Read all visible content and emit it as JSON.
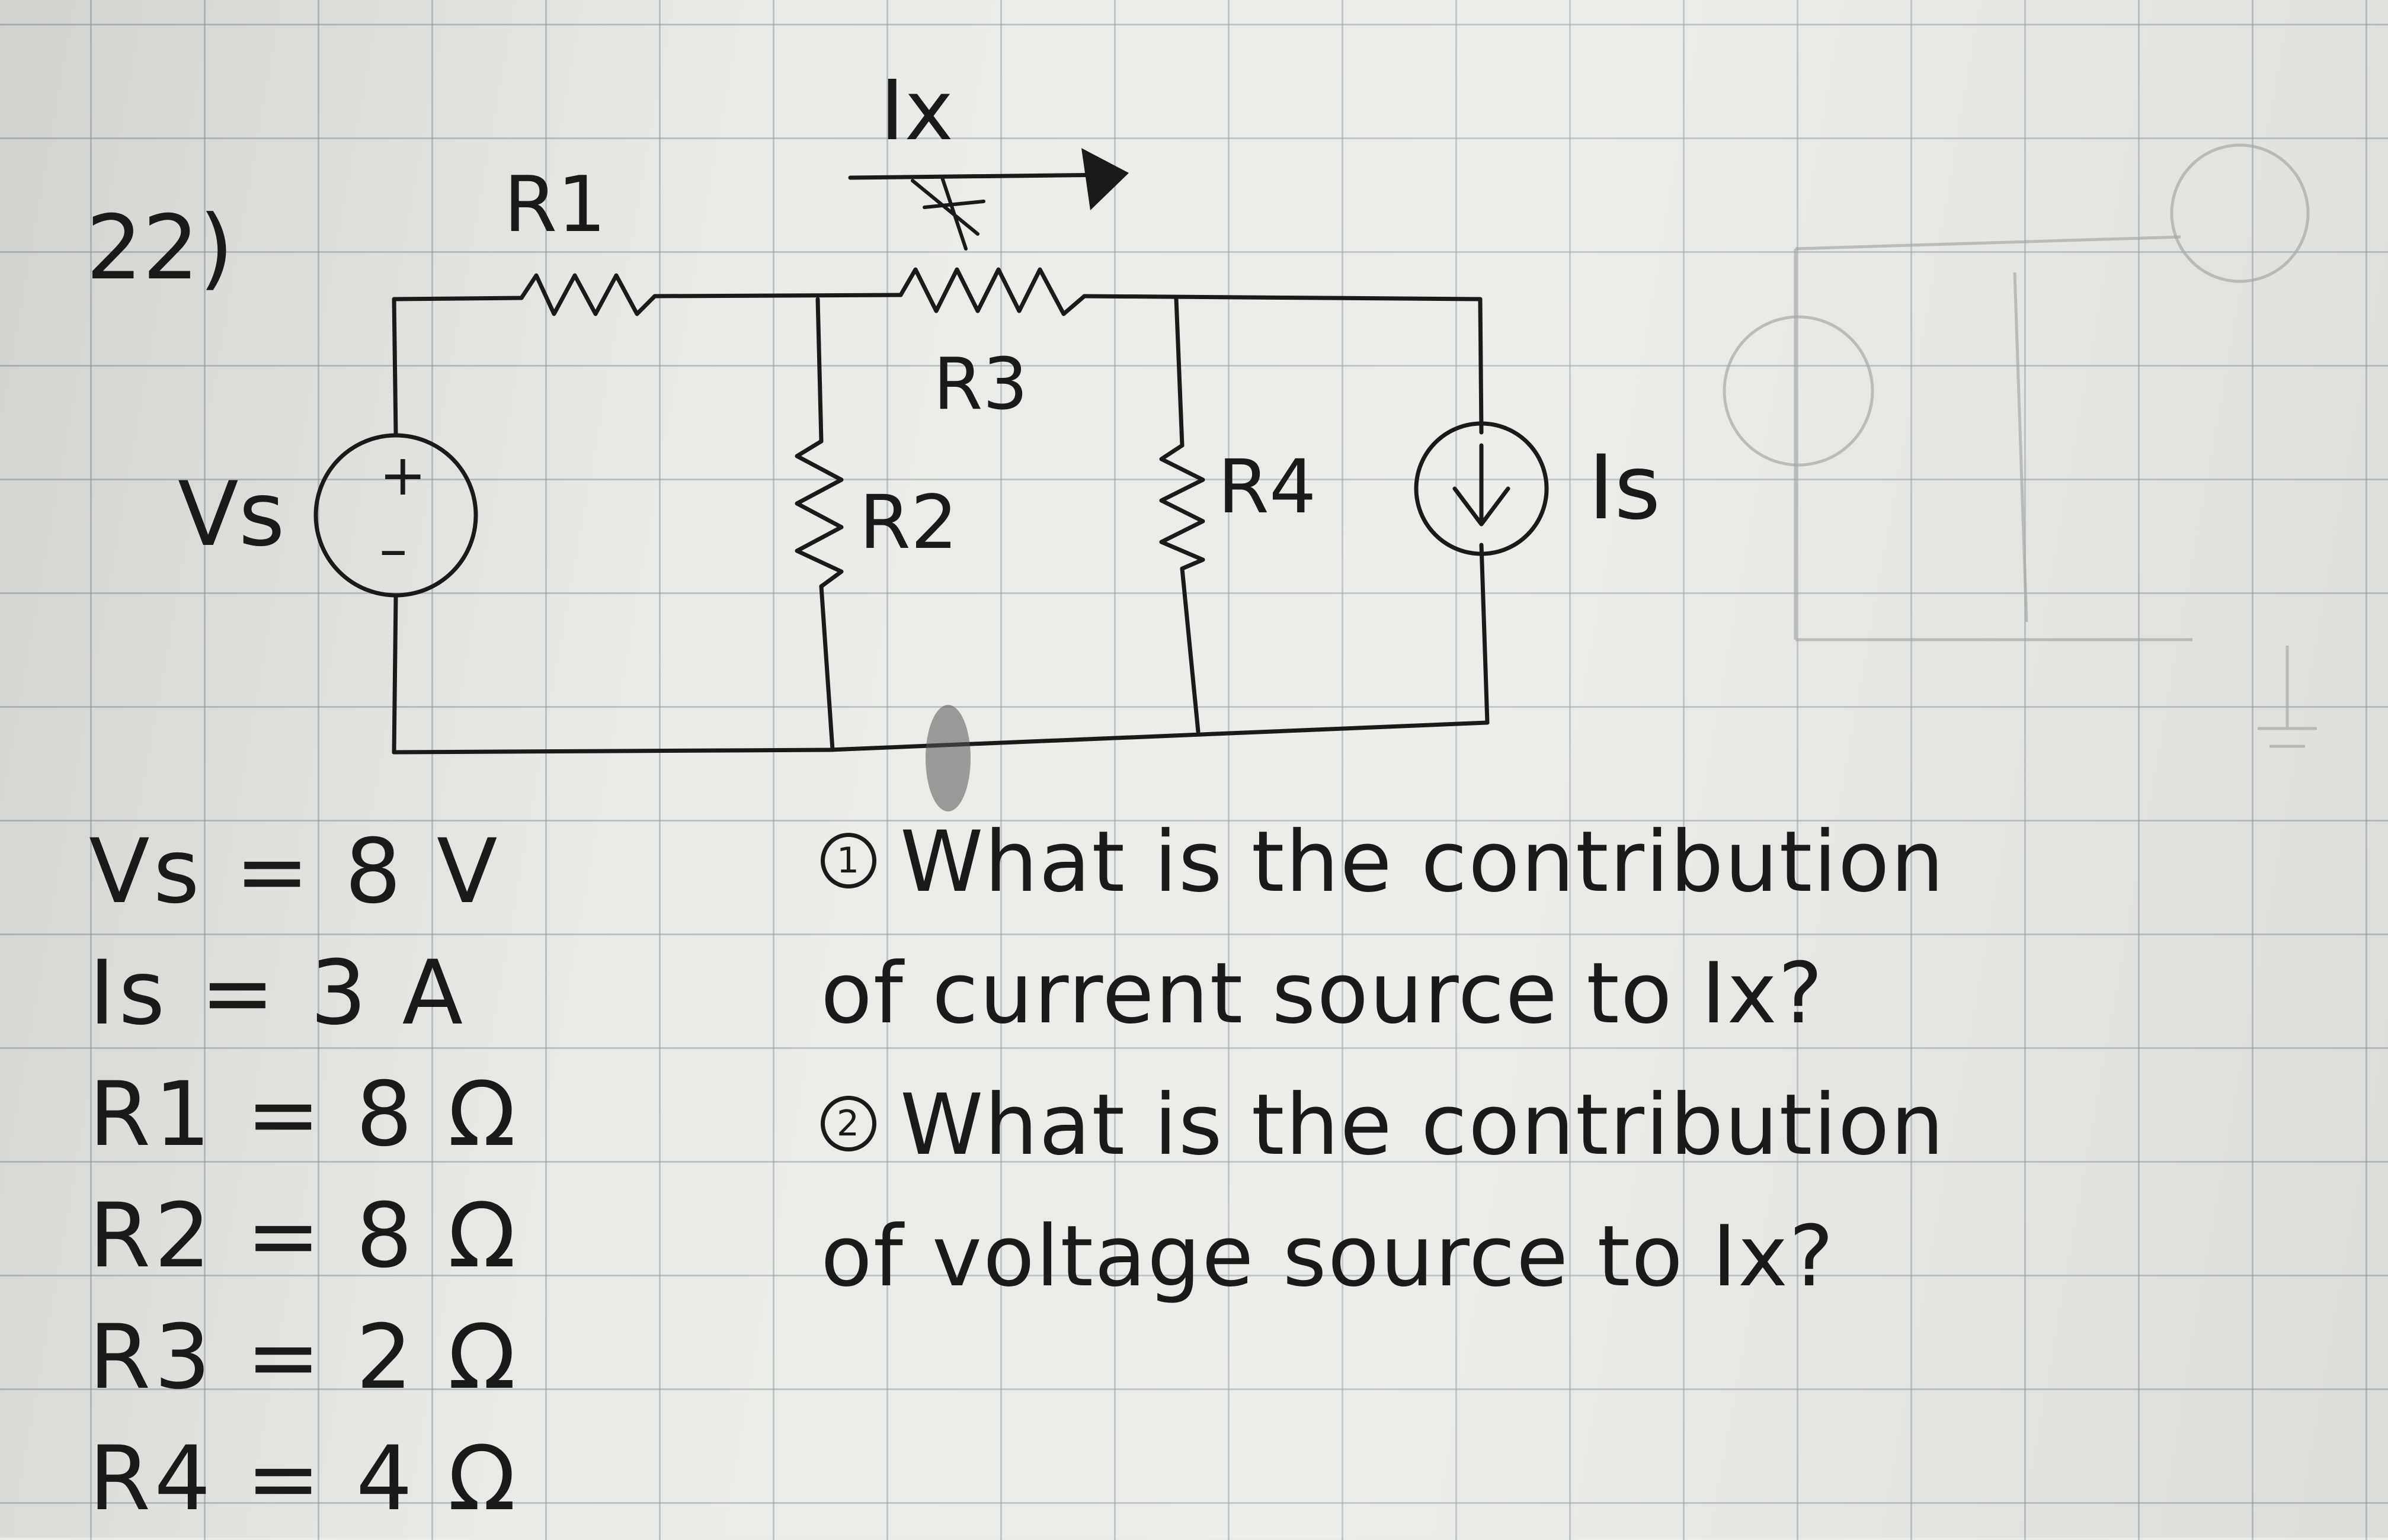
{
  "problem_number": "22)",
  "circuit": {
    "Ix_label": "Ix",
    "R1_label": "R1",
    "R2_label": "R2",
    "R3_label": "R3",
    "R4_label": "R4",
    "Vs_label": "Vs",
    "Is_label": "Is",
    "plus_sign": "+",
    "minus_sign": "–"
  },
  "values": [
    "Vs = 8 V",
    "Is = 3 A",
    "R1 = 8 Ω",
    "R2 = 8 Ω",
    "R3 = 2 Ω",
    "R4 = 4 Ω"
  ],
  "questions": [
    {
      "number": "1",
      "line1": "What is the contribution",
      "line2": "of current source to Ix?"
    },
    {
      "number": "2",
      "line1": "What is the contribution",
      "line2": "of voltage source to Ix?"
    }
  ]
}
